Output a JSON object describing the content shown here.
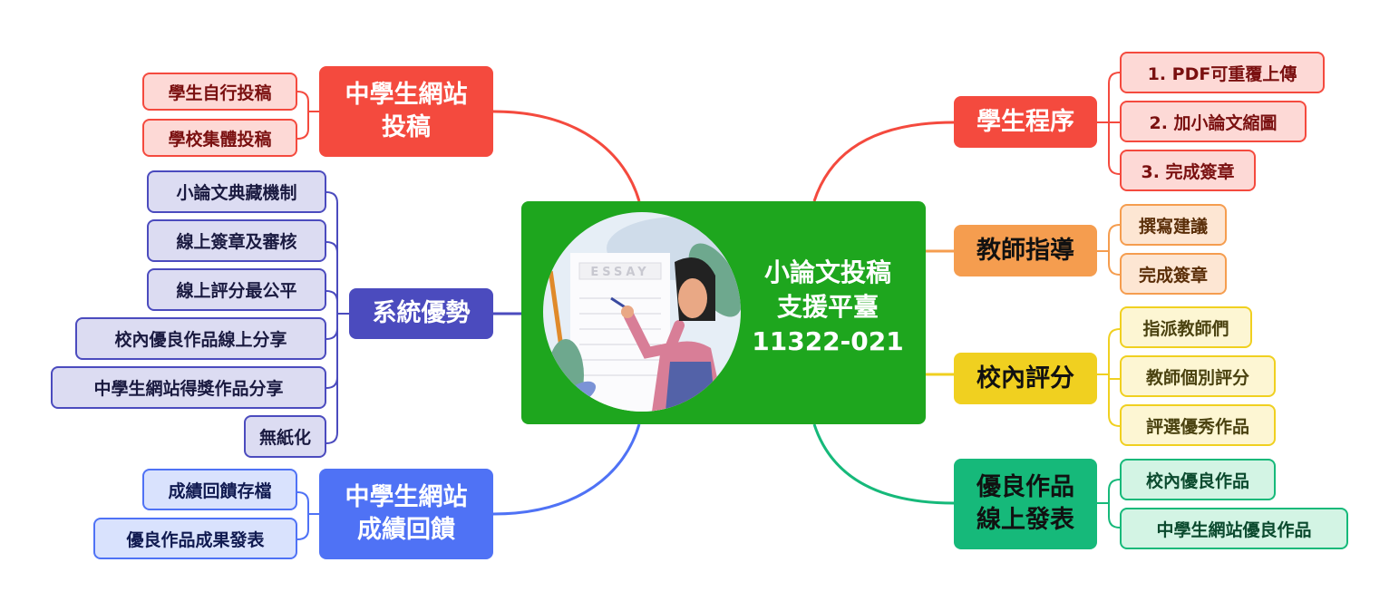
{
  "central": {
    "title_line1": "小論文投稿",
    "title_line2": "支援平臺",
    "title_line3": "11322-021",
    "illustration_label": "ESSAY",
    "color": "#1ea61e"
  },
  "branches": {
    "submit": {
      "label_line1": "中學生網站",
      "label_line2": "投稿",
      "color": "#f44a3e",
      "children": [
        "學生自行投稿",
        "學校集體投稿"
      ]
    },
    "advantages": {
      "label": "系統優勢",
      "color": "#4b4bbe",
      "children": [
        "小論文典藏機制",
        "線上簽章及審核",
        "線上評分最公平",
        "校內優良作品線上分享",
        "中學生網站得獎作品分享",
        "無紙化"
      ]
    },
    "feedback": {
      "label_line1": "中學生網站",
      "label_line2": "成績回饋",
      "color": "#4f72f5",
      "children": [
        "成績回饋存檔",
        "優良作品成果發表"
      ]
    },
    "student": {
      "label": "學生程序",
      "color": "#f44a3e",
      "children": [
        "1. PDF可重覆上傳",
        "2. 加小論文縮圖",
        "3. 完成簽章"
      ]
    },
    "teacher": {
      "label": "教師指導",
      "color": "#f59d4f",
      "children": [
        "撰寫建議",
        "完成簽章"
      ]
    },
    "school": {
      "label": "校內評分",
      "color": "#f0d020",
      "children": [
        "指派教師們",
        "教師個別評分",
        "評選優秀作品"
      ]
    },
    "publish": {
      "label_line1": "優良作品",
      "label_line2": "線上發表",
      "color": "#16b97a",
      "children": [
        "校內優良作品",
        "中學生網站優良作品"
      ]
    }
  }
}
